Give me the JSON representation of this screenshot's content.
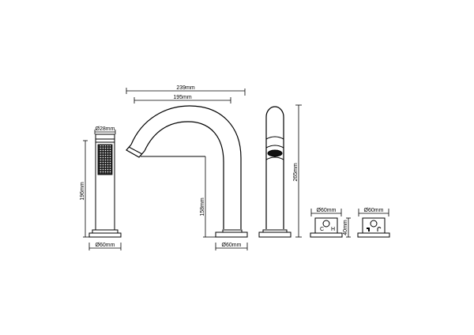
{
  "diagram": {
    "type": "technical-drawing",
    "subject": "Bath mixer tap set – dimensional drawing",
    "components": [
      {
        "id": "hand-shower",
        "label": "Hand shower",
        "dims": {
          "diameter": "Ø28mm",
          "height": "196mm",
          "base": "Ø60mm"
        }
      },
      {
        "id": "spout",
        "label": "Spout",
        "dims": {
          "reach_total": "239mm",
          "reach_inner": "195mm",
          "outlet_height": "158mm",
          "base": "Ø60mm"
        }
      },
      {
        "id": "spout-side",
        "label": "Spout side view",
        "dims": {
          "height": "265mm"
        }
      },
      {
        "id": "valve-hot-cold",
        "label": "Mixer control (H/C)",
        "dims": {
          "base": "Ø60mm",
          "height": "40mm"
        },
        "markings": [
          "C",
          "H"
        ]
      },
      {
        "id": "valve-diverter",
        "label": "Diverter control",
        "dims": {
          "base": "Ø60mm"
        },
        "markings": [
          "tap-symbol",
          "shower-symbol"
        ]
      }
    ]
  },
  "labels": {
    "d239": "239mm",
    "d195": "195mm",
    "d28": "Ø28mm",
    "d196": "196mm",
    "d60_shower": "Ø60mm",
    "d158": "158mm",
    "d60_spout": "Ø60mm",
    "d265": "265mm",
    "d60_valve1": "Ø60mm",
    "d40": "40mm",
    "d60_valve2": "Ø60mm",
    "mark_c": "C",
    "mark_h": "H"
  }
}
